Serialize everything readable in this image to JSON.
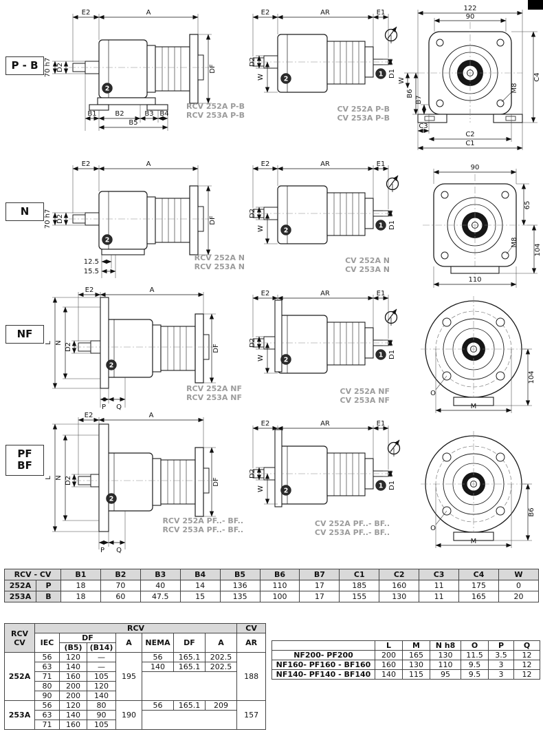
{
  "types": [
    {
      "label": "P - B",
      "label2": "",
      "rcv1": "RCV 252A P-B",
      "rcv2": "RCV 253A P-B",
      "cv1": "CV 252A P-B",
      "cv2": "CV 253A P-B"
    },
    {
      "label": "N",
      "label2": "",
      "rcv1": "RCV 252A N",
      "rcv2": "RCV 253A N",
      "cv1": "CV 252A N",
      "cv2": "CV 253A N"
    },
    {
      "label": "NF",
      "label2": "",
      "rcv1": "RCV 252A NF",
      "rcv2": "RCV 253A NF",
      "cv1": "CV 252A NF",
      "cv2": "CV 253A NF"
    },
    {
      "label": "PF",
      "label2": "BF",
      "rcv1": "RCV 252A PF..- BF..",
      "rcv2": "RCV 253A PF..- BF..",
      "cv1": "CV 252A PF..- BF..",
      "cv2": "CV 253A PF..- BF.."
    }
  ],
  "dims": {
    "E1": "E1",
    "E2": "E2",
    "A": "A",
    "AR": "AR",
    "DF": "DF",
    "D1": "D1",
    "D2": "D2",
    "W": "W",
    "B1": "B1",
    "B2": "B2",
    "B3": "B3",
    "B4": "B4",
    "B5": "B5",
    "B6": "B6",
    "B7": "B7",
    "C1": "C1",
    "C2": "C2",
    "C3": "C3",
    "C4": "C4",
    "M8": "M8",
    "L": "L",
    "N": "N",
    "O": "O",
    "M": "M",
    "P": "P",
    "Q": "Q",
    "shaft_tol": "70 h7",
    "w122": "122",
    "w90": "90",
    "h65": "65",
    "h104": "104",
    "w110": "110",
    "o125": "12.5",
    "o155": "15.5"
  },
  "badges": {
    "output_shaft": "2",
    "input_shaft": "1"
  },
  "table1": {
    "header": [
      "RCV - CV",
      "B1",
      "B2",
      "B3",
      "B4",
      "B5",
      "B6",
      "B7",
      "C1",
      "C2",
      "C3",
      "C4",
      "W"
    ],
    "rows": [
      {
        "model": "252A",
        "mount": "P",
        "values": [
          "18",
          "70",
          "40",
          "14",
          "136",
          "110",
          "17",
          "185",
          "160",
          "11",
          "175",
          "0"
        ]
      },
      {
        "model": "253A",
        "mount": "B",
        "values": [
          "18",
          "60",
          "47.5",
          "15",
          "135",
          "100",
          "17",
          "155",
          "130",
          "11",
          "165",
          "20"
        ]
      }
    ]
  },
  "table2": {
    "corner_line1": "RCV",
    "corner_line2": "CV",
    "group_rcv": "RCV",
    "group_cv": "CV",
    "h_iec": "IEC",
    "h_df": "DF",
    "h_b5": "(B5)",
    "h_b14": "(B14)",
    "h_a": "A",
    "h_nema": "NEMA",
    "h_df2": "DF",
    "h_a2": "A",
    "h_ar": "AR",
    "blocks": [
      {
        "model": "252A",
        "iec_rows": [
          [
            "56",
            "120",
            "—"
          ],
          [
            "63",
            "140",
            "—"
          ],
          [
            "71",
            "160",
            "105"
          ],
          [
            "80",
            "200",
            "120"
          ],
          [
            "90",
            "200",
            "140"
          ]
        ],
        "a": "195",
        "nema_rows": [
          [
            "56",
            "165.1",
            "202.5"
          ],
          [
            "140",
            "165.1",
            "202.5"
          ]
        ],
        "ar": "188"
      },
      {
        "model": "253A",
        "iec_rows": [
          [
            "56",
            "120",
            "80"
          ],
          [
            "63",
            "140",
            "90"
          ],
          [
            "71",
            "160",
            "105"
          ]
        ],
        "a": "190",
        "nema_rows": [
          [
            "56",
            "165.1",
            "209"
          ]
        ],
        "ar": "157"
      }
    ]
  },
  "table3": {
    "header": [
      "L",
      "M",
      "N h8",
      "O",
      "P",
      "Q"
    ],
    "rows": [
      {
        "label": "NF200- PF200",
        "values": [
          "200",
          "165",
          "130",
          "11.5",
          "3.5",
          "12"
        ]
      },
      {
        "label": "NF160- PF160 - BF160",
        "values": [
          "160",
          "130",
          "110",
          "9.5",
          "3",
          "12"
        ]
      },
      {
        "label": "NF140- PF140 - BF140",
        "values": [
          "140",
          "115",
          "95",
          "9.5",
          "3",
          "12"
        ]
      }
    ]
  }
}
